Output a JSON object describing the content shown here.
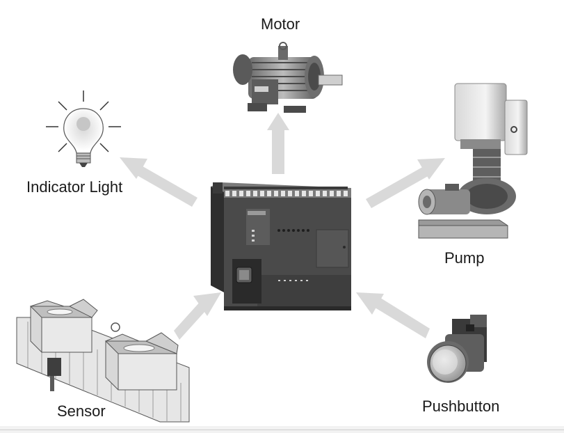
{
  "labels": {
    "motor": "Motor",
    "indicator_light": "Indicator Light",
    "pump": "Pump",
    "sensor": "Sensor",
    "pushbutton": "Pushbutton"
  },
  "colors": {
    "arrow": "#d9d9d9",
    "plc_body": "#4a4a4a",
    "plc_dark": "#2e2e2e",
    "equipment_gray": "#8c8c8c",
    "text": "#1a1a1a"
  },
  "connections": [
    {
      "from": "plc",
      "to": "motor",
      "direction": "output"
    },
    {
      "from": "plc",
      "to": "indicator_light",
      "direction": "output"
    },
    {
      "from": "plc",
      "to": "pump",
      "direction": "output"
    },
    {
      "from": "sensor",
      "to": "plc",
      "direction": "input"
    },
    {
      "from": "pushbutton",
      "to": "plc",
      "direction": "input"
    }
  ]
}
